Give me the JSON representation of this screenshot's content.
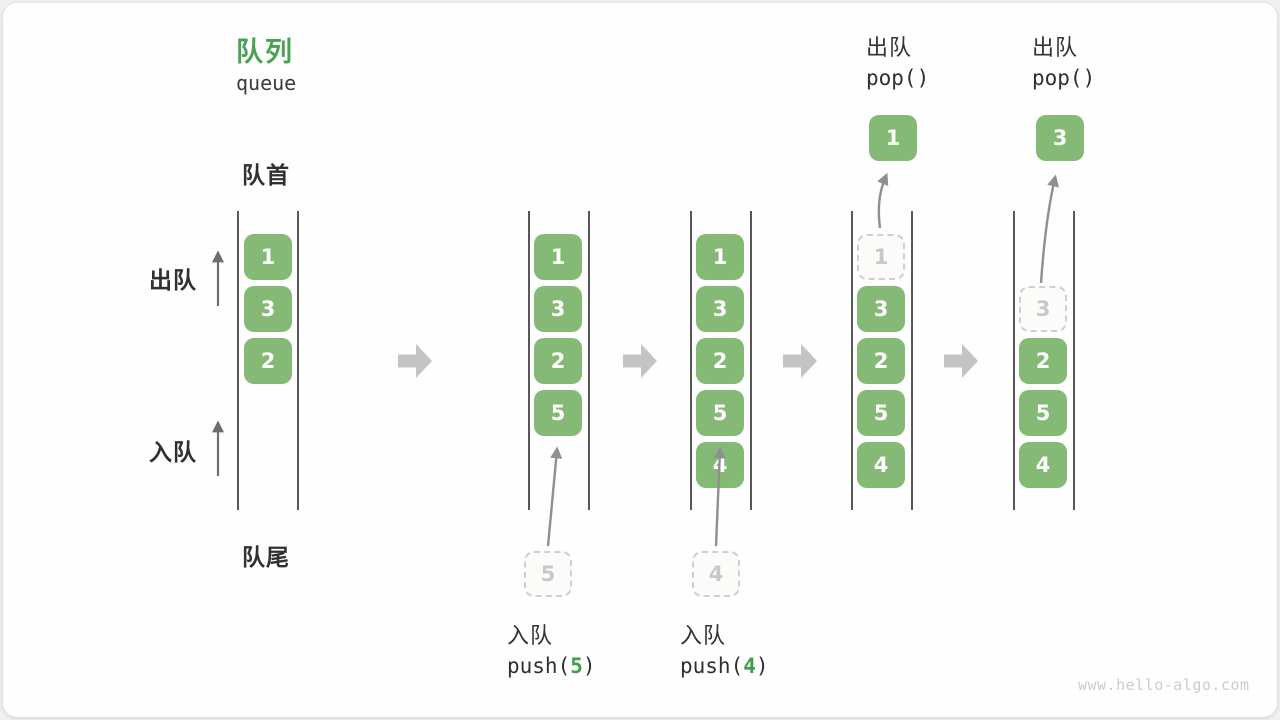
{
  "title": {
    "zh": "队列",
    "en": "queue"
  },
  "side_labels": {
    "front": "队首",
    "rear": "队尾",
    "dequeue": "出队",
    "enqueue": "入队"
  },
  "watermark": "www.hello-algo.com",
  "colors": {
    "box_green": "#85ba76",
    "title_green": "#4aa254",
    "code_arg_green": "#3f9e4a",
    "flow_arrow_gray": "#c4c4c4",
    "ghost_gray": "#cfcfcf",
    "wall_gray": "#585858"
  },
  "states": {
    "s1": {
      "boxes": [
        "1",
        "3",
        "2"
      ]
    },
    "s2": {
      "boxes": [
        "1",
        "3",
        "2",
        "5"
      ],
      "incoming": "5",
      "op_label": "入队",
      "op_fn": "push(",
      "op_arg": "5",
      "op_close": ")"
    },
    "s3": {
      "boxes": [
        "1",
        "3",
        "2",
        "5",
        "4"
      ],
      "incoming": "4",
      "op_label": "入队",
      "op_fn": "push(",
      "op_arg": "4",
      "op_close": ")"
    },
    "s4": {
      "removed": "1",
      "boxes": [
        "3",
        "2",
        "5",
        "4"
      ],
      "popped": "1",
      "op_label": "出队",
      "op_fn": "pop()"
    },
    "s5": {
      "removed": "3",
      "boxes": [
        "2",
        "5",
        "4"
      ],
      "popped": "3",
      "op_label": "出队",
      "op_fn": "pop()"
    }
  }
}
